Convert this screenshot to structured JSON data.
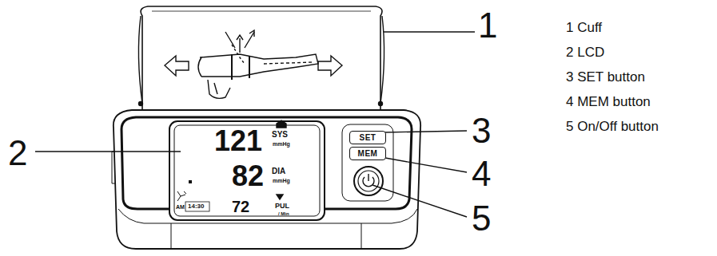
{
  "diagram": {
    "nodes": [
      {
        "text": [
          "SET"
        ]
      },
      {
        "text": [
          "MEM"
        ]
      }
    ],
    "labels": [
      "1",
      "2",
      "3",
      "4",
      "5",
      "1 Cuff",
      "2 LCD",
      "3 SET button",
      "4 MEM button",
      "5 On/Off button",
      "121",
      "SYS",
      "mmHg",
      "82",
      "DIA",
      "mmHg",
      "72",
      "PUL",
      "/ Min",
      "AM",
      "14:30"
    ]
  }
}
